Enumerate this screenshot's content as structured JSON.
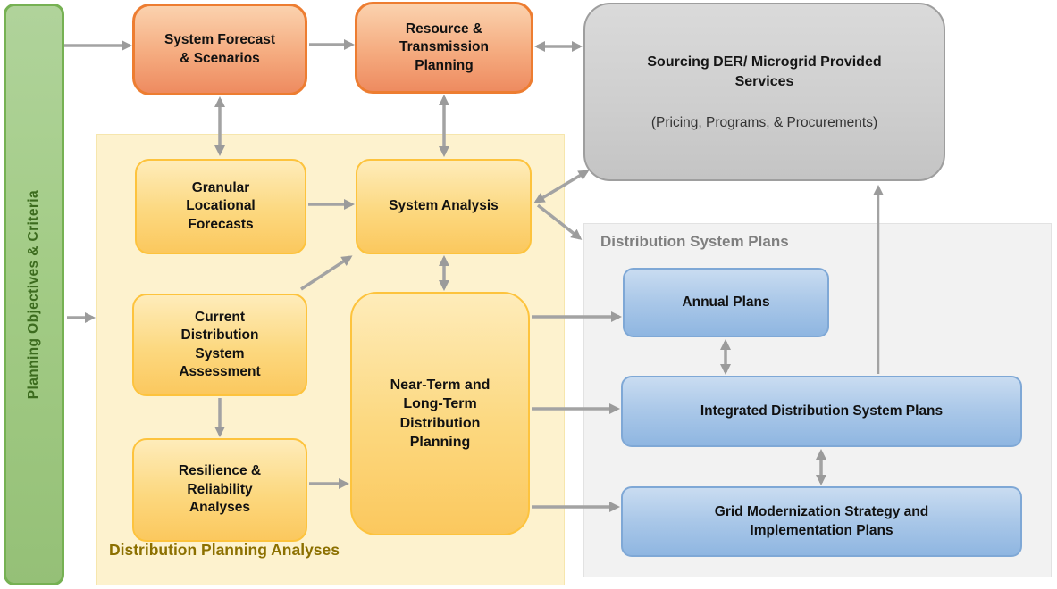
{
  "objectives_bar": {
    "label": "Planning Objectives & Criteria"
  },
  "forecast_box": {
    "label": "System Forecast\n& Scenarios"
  },
  "transmission_box": {
    "label": "Resource &\nTransmission\nPlanning"
  },
  "sourcing_box": {
    "title": "Sourcing DER/ Microgrid Provided\nServices",
    "subtitle": "(Pricing, Programs, & Procurements)"
  },
  "analyses_panel": {
    "label": "Distribution Planning Analyses",
    "granular_box": "Granular\nLocational\nForecasts",
    "system_analysis_box": "System Analysis",
    "assessment_box": "Current\nDistribution\nSystem\nAssessment",
    "resilience_box": "Resilience &\nReliability\nAnalyses",
    "near_term_box": "Near-Term and\nLong-Term\nDistribution\nPlanning"
  },
  "plans_panel": {
    "label": "Distribution System Plans",
    "annual_box": "Annual Plans",
    "integrated_box": "Integrated Distribution System Plans",
    "grid_modernization_box": "Grid Modernization Strategy and\nImplementation Plans"
  },
  "colors": {
    "green_fill": "#A3CC86",
    "green_border": "#76B153",
    "green_text": "#3C6B1E",
    "orange_fill_top": "#FBD2AE",
    "orange_fill_bottom": "#EE8B60",
    "orange_border": "#ED7D31",
    "gold_fill_top": "#FEECBA",
    "gold_fill_bottom": "#FBC85E",
    "gold_border": "#FDC33D",
    "cream_panel": "#FDF2CE",
    "gray_box_fill": "#CFCFCF",
    "gray_box_border": "#9E9E9E",
    "gray_panel": "#F2F2F2",
    "blue_fill_top": "#C9DCF1",
    "blue_fill_bottom": "#8FB6E1",
    "blue_border": "#7FA8D6",
    "arrow": "#A3A3A3",
    "analyses_label_text": "#8C7000",
    "plans_label_text": "#7F7F7F"
  }
}
